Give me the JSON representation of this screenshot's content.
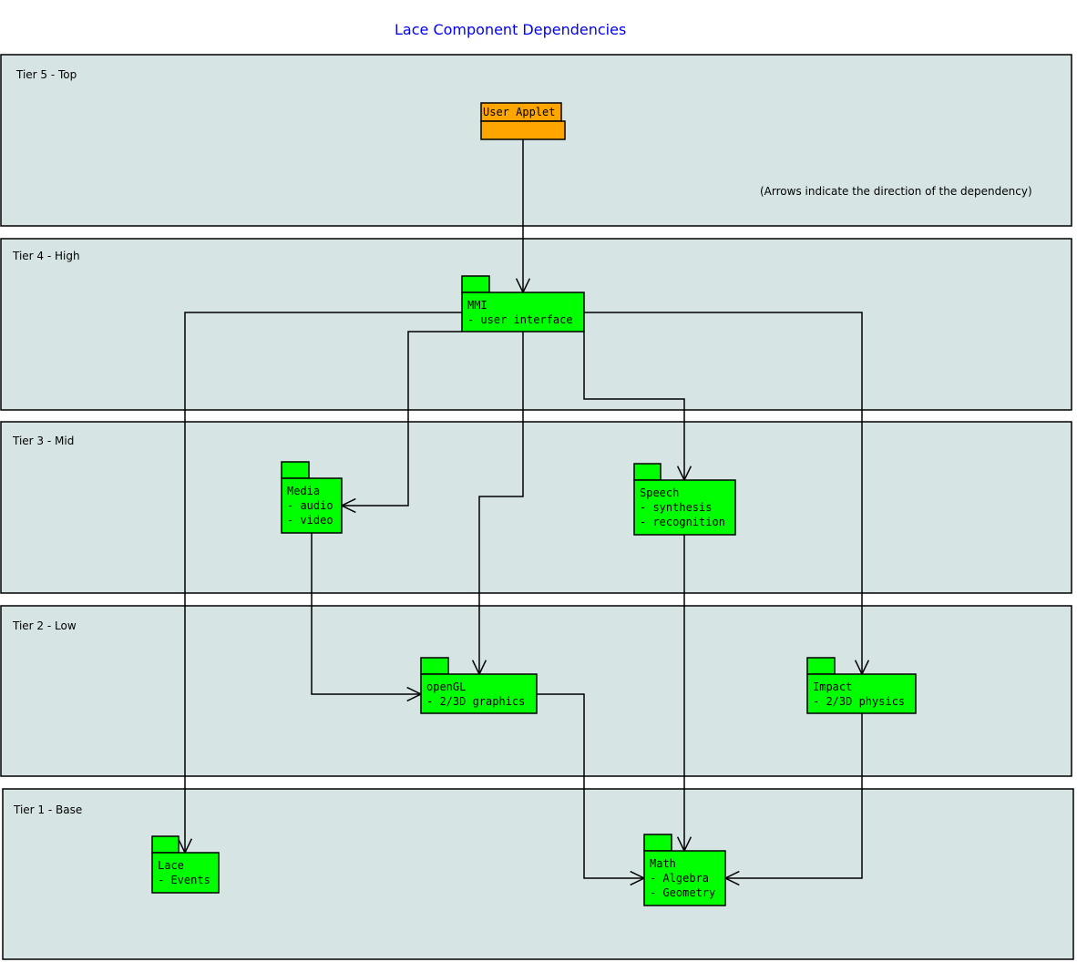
{
  "title": "Lace Component Dependencies",
  "note": "(Arrows indicate the direction of the dependency)",
  "colors": {
    "tier_fill": "#d7e4e4",
    "package": "#00ff00",
    "applet": "#ffa500",
    "title": "#0000ff"
  },
  "tiers": [
    {
      "id": "tier5",
      "label": "Tier 5 - Top"
    },
    {
      "id": "tier4",
      "label": "Tier 4 - High"
    },
    {
      "id": "tier3",
      "label": "Tier 3 - Mid"
    },
    {
      "id": "tier2",
      "label": "Tier 2 - Low"
    },
    {
      "id": "tier1",
      "label": "Tier 1 - Base"
    }
  ],
  "packages": [
    {
      "id": "user-applet",
      "lines": [
        "User Applet"
      ],
      "color": "#ffa500"
    },
    {
      "id": "mmi",
      "lines": [
        "MMI",
        "- user interface"
      ],
      "color": "#00ff00"
    },
    {
      "id": "media",
      "lines": [
        "Media",
        "- audio",
        "- video"
      ],
      "color": "#00ff00"
    },
    {
      "id": "speech",
      "lines": [
        "Speech",
        "- synthesis",
        "- recognition"
      ],
      "color": "#00ff00"
    },
    {
      "id": "opengl",
      "lines": [
        "openGL",
        "- 2/3D graphics"
      ],
      "color": "#00ff00"
    },
    {
      "id": "impact",
      "lines": [
        "Impact",
        "- 2/3D physics"
      ],
      "color": "#00ff00"
    },
    {
      "id": "lace",
      "lines": [
        "Lace",
        "- Events"
      ],
      "color": "#00ff00"
    },
    {
      "id": "math",
      "lines": [
        "Math",
        "- Algebra",
        "- Geometry"
      ],
      "color": "#00ff00"
    }
  ],
  "dependencies": [
    {
      "from": "user-applet",
      "to": "mmi"
    },
    {
      "from": "mmi",
      "to": "lace"
    },
    {
      "from": "mmi",
      "to": "media"
    },
    {
      "from": "mmi",
      "to": "opengl"
    },
    {
      "from": "mmi",
      "to": "speech"
    },
    {
      "from": "mmi",
      "to": "impact"
    },
    {
      "from": "media",
      "to": "opengl"
    },
    {
      "from": "speech",
      "to": "math"
    },
    {
      "from": "opengl",
      "to": "math"
    },
    {
      "from": "impact",
      "to": "math"
    }
  ]
}
